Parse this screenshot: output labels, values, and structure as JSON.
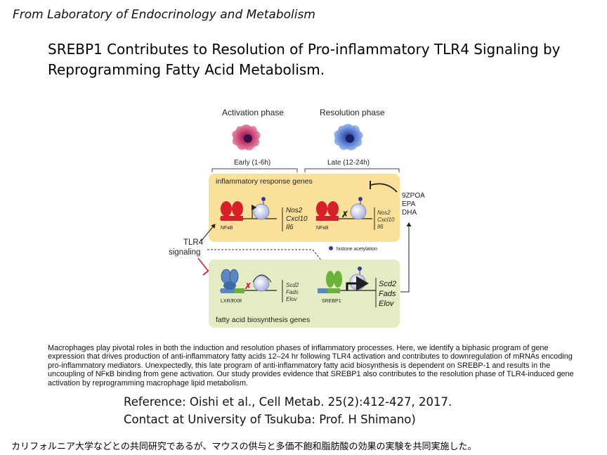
{
  "header": {
    "lab": "From Laboratory of Endocrinology and Metabolism",
    "title": "SREBP1 Contributes to Resolution of Pro-inflammatory TLR4 Signaling by Reprogramming Fatty Acid Metabolism."
  },
  "figure": {
    "activation_phase": "Activation phase",
    "resolution_phase": "Resolution phase",
    "early": "Early (1-6h)",
    "late": "Late (12-24h)",
    "inflammatory_box": "inflammatory response genes",
    "fatty_box": "fatty acid biosynthesis genes",
    "tlr4_line1": "TLR4",
    "tlr4_line2": "signaling",
    "fatty_acids": [
      "9ZPOA",
      "EPA",
      "DHA"
    ],
    "genes_early": [
      "Nos2",
      "Cxcl10",
      "Il6"
    ],
    "genes_late": [
      "Nos2",
      "Cxcl10",
      "Il6"
    ],
    "fa_genes_early": [
      "Scd2",
      "Fads",
      "Elov"
    ],
    "fa_genes_late": [
      "Scd2",
      "Fads",
      "Elov"
    ],
    "nfkb": "NFκB",
    "lxr_rxr": "LXR/RXR",
    "srebp1": "SREBP1",
    "histone_legend": "histone acetylation",
    "colors": {
      "inflammatory_bg": "#fbe09a",
      "fatty_bg": "#e4ecc3",
      "nfkb_red": "#d8202b",
      "srebp_green": "#6ab23a",
      "lxr_blue": "#5a86c2",
      "nucleosome": "#c9cfe9",
      "acetyl": "#3a3a9a"
    }
  },
  "abstract": "Macrophages play pivotal roles in both the induction and resolution phases of inflammatory processes. Here, we identify a biphasic program of gene expression that drives production of anti-inflammatory fatty acids 12–24 hr following TLR4 activation and contributes to downregulation of mRNAs encoding pro-inflammatory mediators. Unexpectedly, this late program of anti-inflammatory fatty acid biosynthesis is dependent on SREBP-1 and results in the uncoupling of NFκB binding from gene activation. Our study provides evidence that SREBP1 also contributes to the resolution phase of TLR4-induced gene activation by reprogramming macrophage lipid metabolism.",
  "reference": "Reference: Oishi et al., Cell Metab. 25(2):412-427, 2017.",
  "contact": "Contact at University of Tsukuba: Prof. H Shimano)",
  "japanese_note": "カリフォルニア大学などとの共同研究であるが、マウスの供与と多価不飽和脂肪酸の効果の実験を共同実施した。"
}
